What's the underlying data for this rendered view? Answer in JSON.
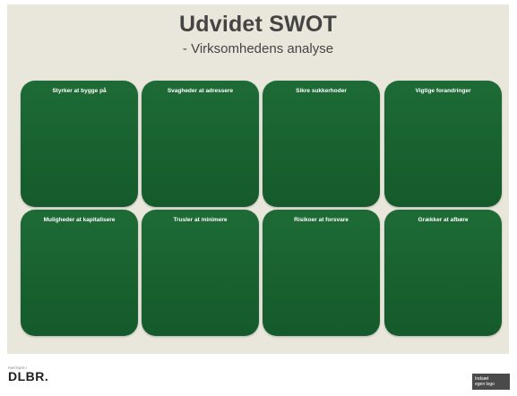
{
  "slide": {
    "title": "Udvidet SWOT",
    "subtitle": "- Virksomhedens analyse"
  },
  "boxes": [
    {
      "label": "Styrker at bygge på"
    },
    {
      "label": "Svagheder at adressere"
    },
    {
      "label": "Sikre sukkerhoder"
    },
    {
      "label": "Vigtige forandringer"
    },
    {
      "label": "Muligheder at kapitalisere"
    },
    {
      "label": "Trusler at minimere"
    },
    {
      "label": "Risikoer at forsvare"
    },
    {
      "label": "Grækker at afbøre"
    }
  ],
  "footer": {
    "small_text": "PARTNER I",
    "logo_text": "DLBR.",
    "right_text_line1": "Indsæt",
    "right_text_line2": "egen logo"
  },
  "colors": {
    "slide_background": "#e9e7dc",
    "box_green": "#1b6531",
    "title_gray": "#444444"
  }
}
